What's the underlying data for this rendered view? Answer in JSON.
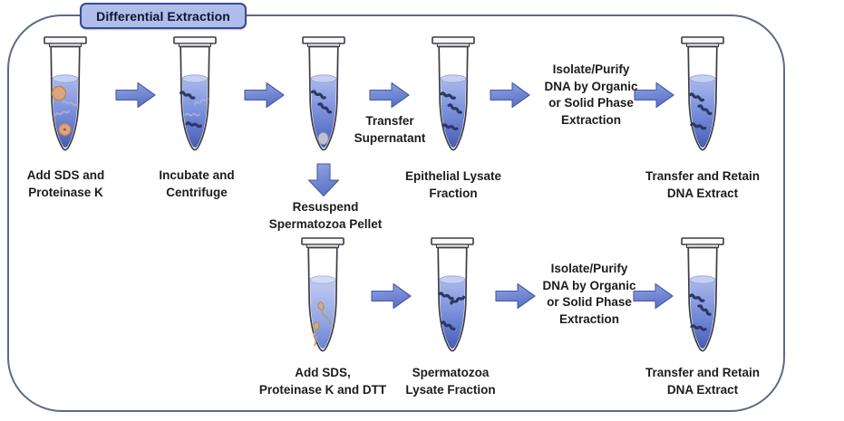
{
  "title_box": {
    "label": "Differential Extraction"
  },
  "top_row": {
    "step1_label": "Add SDS and\nProteinase K",
    "step2_label": "Incubate and\nCentrifuge",
    "transfer_supernatant_label": "Transfer\nSupernatant",
    "step4_label": "Epithelial Lysate\nFraction",
    "isolate_purify_label": "Isolate/Purify\nDNA by Organic\nor Solid Phase\nExtraction",
    "step5_label": "Transfer and Retain\nDNA Extract"
  },
  "branch": {
    "resuspend_label": "Resuspend\nSpermatozoa Pellet"
  },
  "bottom_row": {
    "step1_label": "Add SDS,\nProteinase K and DTT",
    "step2_label": "Spermatozoa\nLysate Fraction",
    "isolate_purify_label": "Isolate/Purify\nDNA by Organic\nor Solid Phase\nExtraction",
    "step3_label": "Transfer and Retain\nDNA Extract"
  },
  "icons": {
    "tube1": "tube-with-epithelial-cells-and-sperm",
    "tube2": "tube-with-mixed-debris",
    "tube3": "tube-with-sperm-pellet",
    "tube4": "tube-with-dna-fragments",
    "tube5": "tube-with-dna-fragments",
    "tube_b1": "tube-with-spermatozoa",
    "tube_b2": "tube-with-dna-fragments",
    "tube_b3": "tube-with-dna-fragments",
    "right_arrow": "arrow-right-icon",
    "down_arrow": "arrow-down-icon"
  },
  "colors": {
    "arrow_fill": "#6a81d2",
    "arrow_edge": "#4a5aa5",
    "title_box_fill": "#aebdea",
    "title_box_border": "#3a4b92",
    "outer_border": "#5d6a85",
    "liquid_top": "#aab8ec",
    "liquid_bottom": "#4a5cae",
    "debris_dark": "#2b3765",
    "debris_light": "#a9b2cf",
    "cell_fill": "#dda47d",
    "pellet_fill": "#c3c8d4",
    "label_text": "#1c1c1c"
  }
}
